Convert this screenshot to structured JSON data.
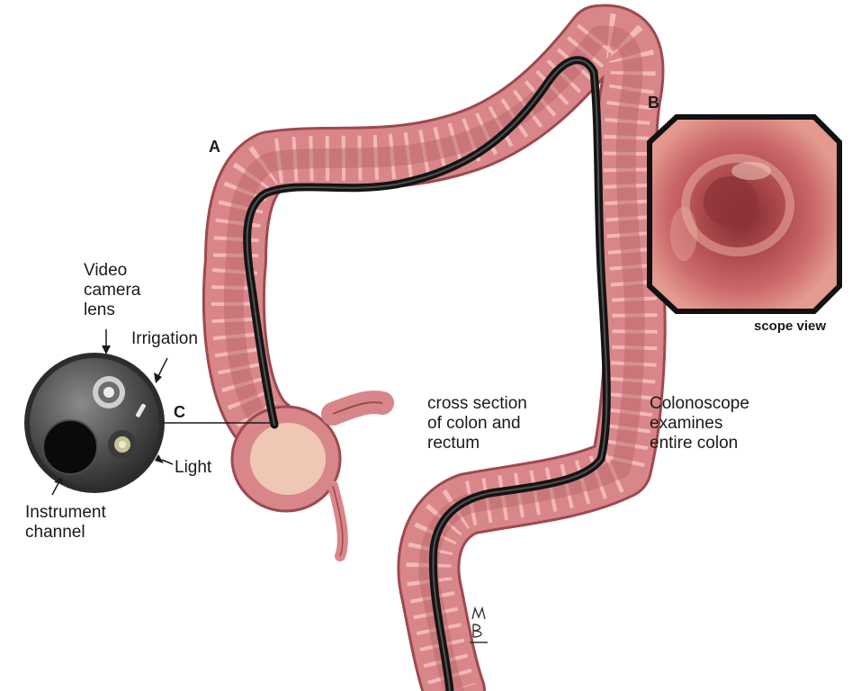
{
  "panels": {
    "a": "A",
    "b": "B",
    "c": "C"
  },
  "labels": {
    "video_camera_lens": [
      "Video",
      "camera",
      "lens"
    ],
    "irrigation": "Irrigation",
    "light": "Light",
    "instrument_channel": [
      "Instrument",
      "channel"
    ],
    "cross_section": [
      "cross section",
      "of colon and",
      "rectum"
    ],
    "colonoscope": [
      "Colonoscope",
      "examines",
      "entire colon"
    ],
    "scope_view": "scope view"
  },
  "colors": {
    "colon_outer": "#d9868a",
    "colon_inner": "#f3b9b6",
    "colon_edge": "#9c4a50",
    "scope": "#141414",
    "scope_view_bg": "#b5454a"
  },
  "icons": [
    "scope-tip-icon",
    "colon-illustration",
    "scope-view-image",
    "artist-signature"
  ]
}
